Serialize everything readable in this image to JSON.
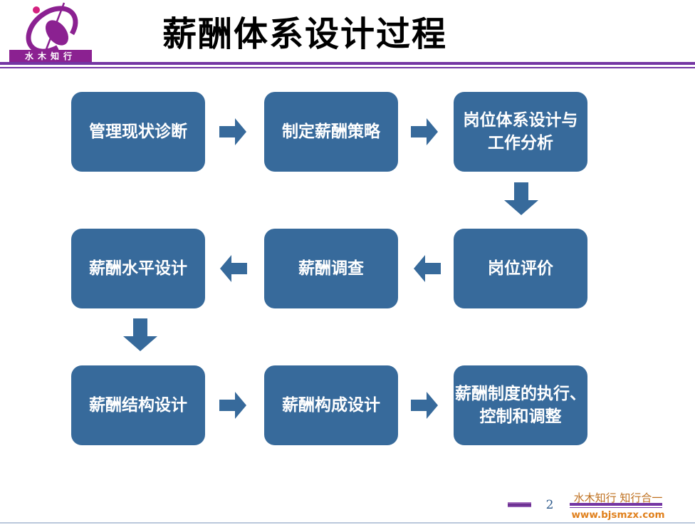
{
  "slide": {
    "title": "薪酬体系设计过程",
    "page_number": "2"
  },
  "logo": {
    "company_name": "水木知行"
  },
  "flowchart": {
    "boxes": [
      {
        "label": "管理现状诊断"
      },
      {
        "label": "制定薪酬策略"
      },
      {
        "label": "岗位体系设计与\n工作分析"
      },
      {
        "label": "薪酬水平设计"
      },
      {
        "label": "薪酬调查"
      },
      {
        "label": "岗位评价"
      },
      {
        "label": "薪酬结构设计"
      },
      {
        "label": "薪酬构成设计"
      },
      {
        "label": "薪酬制度的执行、\n控制和调整"
      }
    ],
    "flow_order": [
      "管理现状诊断",
      "制定薪酬策略",
      "岗位体系设计与工作分析",
      "岗位评价",
      "薪酬调查",
      "薪酬水平设计",
      "薪酬结构设计",
      "薪酬构成设计",
      "薪酬制度的执行、控制和调整"
    ]
  },
  "footer": {
    "slogan": "水木知行 知行合一",
    "website": "www.bjsmzx.com"
  },
  "colors": {
    "box_blue": "#376a9b",
    "brand_purple": "#8b2191",
    "rule_purple": "#7435a3",
    "logo_dot_pink": "#d4217f",
    "slogan_orange": "#be6f1e",
    "url_orange": "#e0801c",
    "page_number_navy": "#2f5b8c",
    "bottom_edge_blue": "#bac7db"
  }
}
